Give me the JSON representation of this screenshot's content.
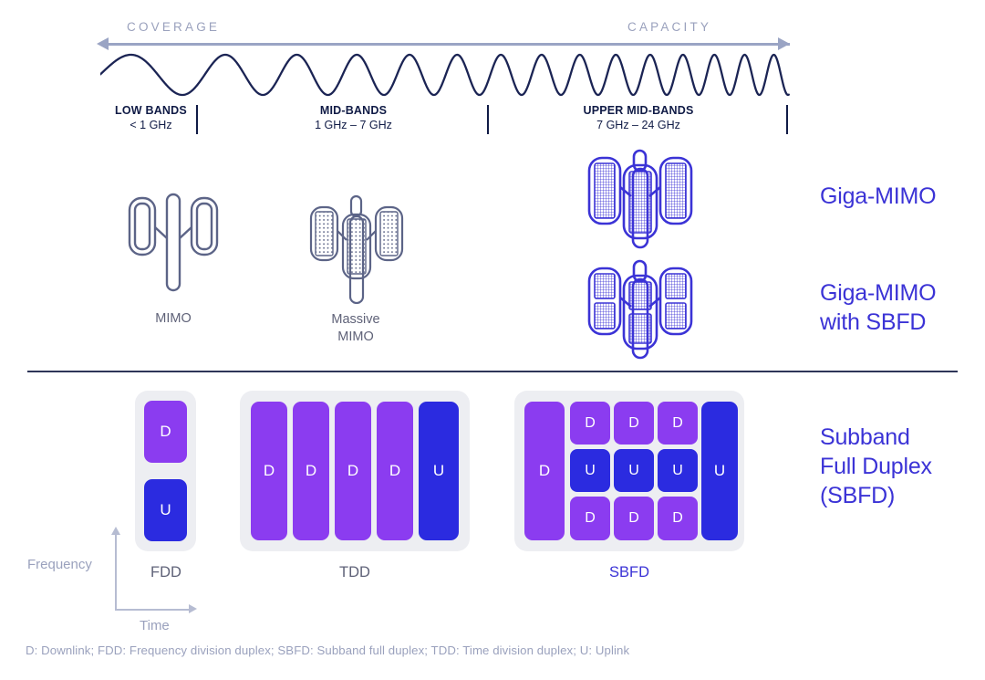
{
  "spectrum": {
    "coverage_label": "COVERAGE",
    "capacity_label": "CAPACITY",
    "arrow_color": "#9aa4c4",
    "wave_color": "#1b2454",
    "bands": [
      {
        "title": "LOW BANDS",
        "range": "< 1 GHz"
      },
      {
        "title": "MID-BANDS",
        "range": "1 GHz – 7 GHz"
      },
      {
        "title": "UPPER MID-BANDS",
        "range": "7 GHz – 24 GHz"
      }
    ]
  },
  "antennas": {
    "stroke_gray": "#5c6487",
    "stroke_blue": "#3b33d6",
    "items": [
      {
        "caption_line1": "MIMO",
        "caption_line2": ""
      },
      {
        "caption_line1": "Massive",
        "caption_line2": "MIMO"
      }
    ],
    "right_labels": [
      {
        "line1": "Giga-MIMO",
        "line2": ""
      },
      {
        "line1": "Giga-MIMO",
        "line2": "with SBFD"
      }
    ]
  },
  "duplex": {
    "downlink_color": "#8b3cf0",
    "uplink_color": "#2b2be0",
    "card_color": "#edeef2",
    "blocks": [
      {
        "name": "FDD",
        "caption": "FDD",
        "accent": false,
        "columns": [
          {
            "type": "split",
            "cells": [
              {
                "label": "D",
                "kind": "downlink"
              },
              {
                "label": "U",
                "kind": "uplink"
              }
            ]
          }
        ]
      },
      {
        "name": "TDD",
        "caption": "TDD",
        "accent": false,
        "columns": [
          {
            "type": "full",
            "cells": [
              {
                "label": "D",
                "kind": "downlink"
              }
            ]
          },
          {
            "type": "full",
            "cells": [
              {
                "label": "D",
                "kind": "downlink"
              }
            ]
          },
          {
            "type": "full",
            "cells": [
              {
                "label": "D",
                "kind": "downlink"
              }
            ]
          },
          {
            "type": "full",
            "cells": [
              {
                "label": "D",
                "kind": "downlink"
              }
            ]
          },
          {
            "type": "full",
            "cells": [
              {
                "label": "U",
                "kind": "uplink"
              }
            ]
          }
        ]
      },
      {
        "name": "SBFD",
        "caption": "SBFD",
        "accent": true,
        "columns": [
          {
            "type": "full",
            "cells": [
              {
                "label": "D",
                "kind": "downlink"
              }
            ]
          },
          {
            "type": "triple",
            "cells": [
              {
                "label": "D",
                "kind": "downlink"
              },
              {
                "label": "U",
                "kind": "uplink"
              },
              {
                "label": "D",
                "kind": "downlink"
              }
            ]
          },
          {
            "type": "triple",
            "cells": [
              {
                "label": "D",
                "kind": "downlink"
              },
              {
                "label": "U",
                "kind": "uplink"
              },
              {
                "label": "D",
                "kind": "downlink"
              }
            ]
          },
          {
            "type": "triple",
            "cells": [
              {
                "label": "D",
                "kind": "downlink"
              },
              {
                "label": "U",
                "kind": "uplink"
              },
              {
                "label": "D",
                "kind": "downlink"
              }
            ]
          },
          {
            "type": "full",
            "cells": [
              {
                "label": "U",
                "kind": "uplink"
              }
            ]
          }
        ]
      }
    ],
    "right_label": {
      "line1": "Subband",
      "line2": "Full Duplex",
      "line3": "(SBFD)"
    }
  },
  "axes": {
    "y_label": "Frequency",
    "x_label": "Time"
  },
  "footnote": "D: Downlink; FDD: Frequency division duplex; SBFD: Subband full duplex; TDD: Time division duplex; U: Uplink"
}
